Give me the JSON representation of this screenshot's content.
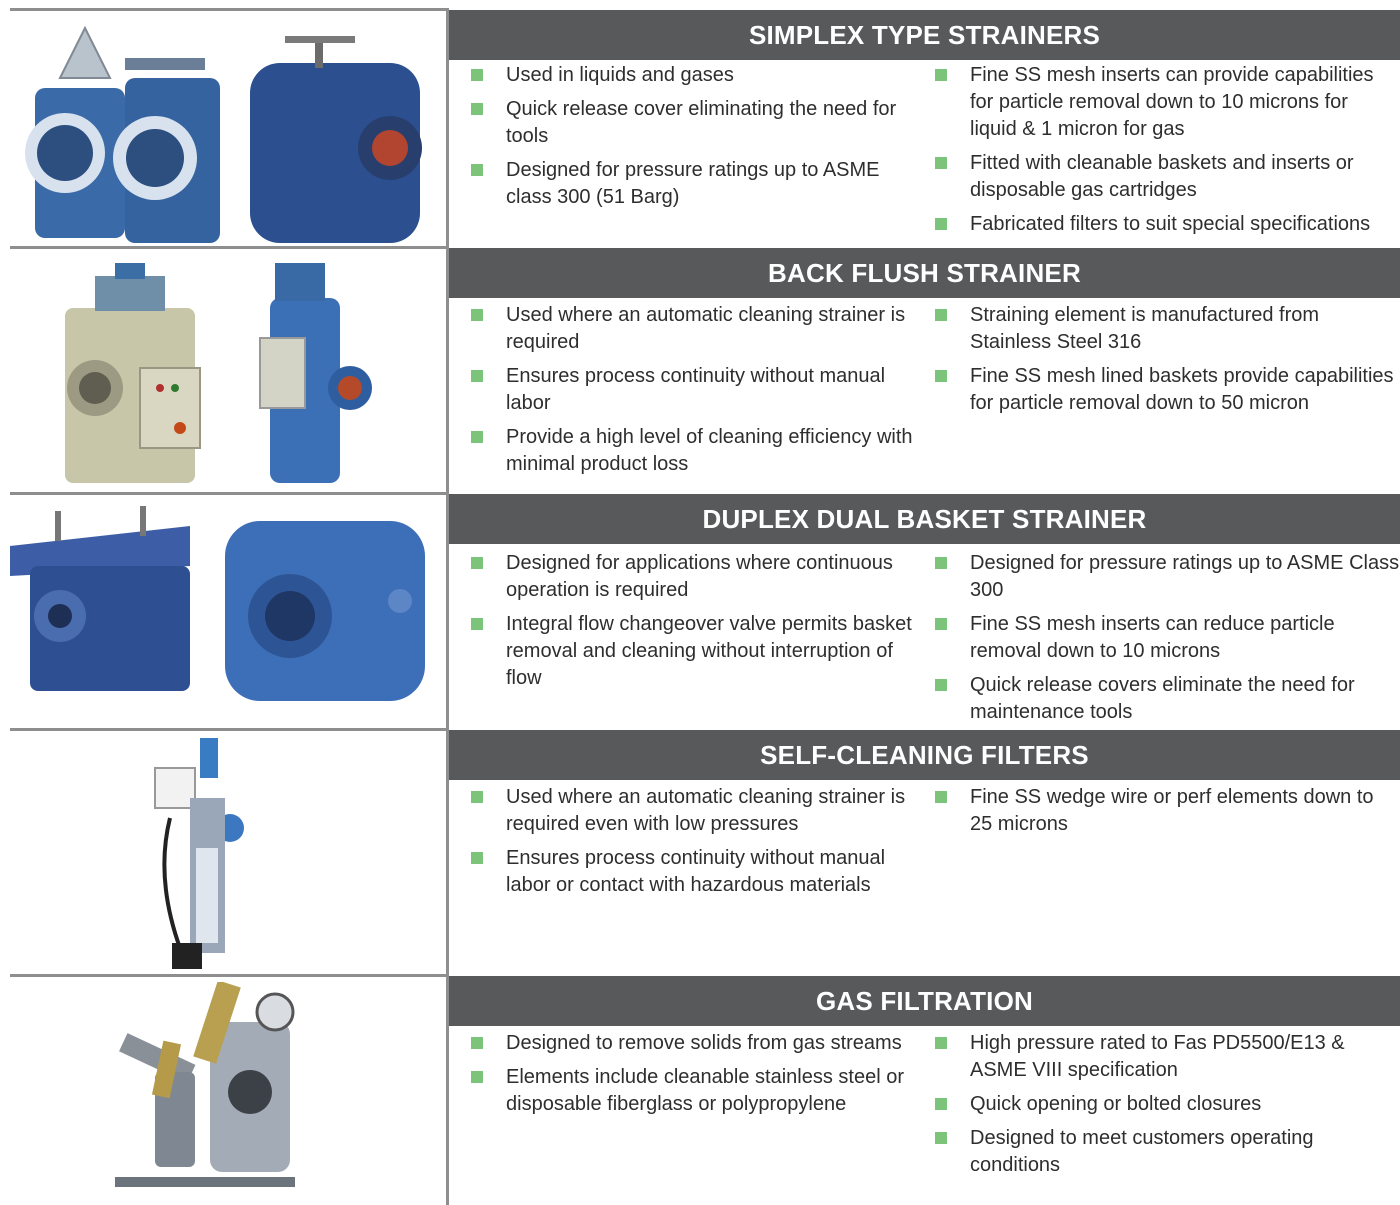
{
  "sections": [
    {
      "title": "SIMPLEX TYPE STRAINERS",
      "left": [
        "Used in liquids and gases",
        "Quick release cover eliminating the need for tools",
        "Designed for pressure ratings up to ASME class 300 (51 Barg)"
      ],
      "right": [
        "Fine SS mesh inserts can provide capabilities for particle removal down to 10 microns for liquid & 1 micron for gas",
        "Fitted with cleanable baskets and inserts or disposable gas cartridges",
        "Fabricated filters to suit special specifications"
      ]
    },
    {
      "title": "BACK FLUSH STRAINER",
      "left": [
        "Used where an automatic cleaning strainer is required",
        "Ensures process continuity without manual labor",
        "Provide a high level of cleaning efficiency with minimal product loss"
      ],
      "right": [
        "Straining element is manufactured from Stainless Steel 316",
        "Fine SS mesh lined baskets provide capabilities for particle removal down to 50 micron"
      ]
    },
    {
      "title": "DUPLEX DUAL BASKET STRAINER",
      "left": [
        "Designed for applications where continuous operation is required",
        "Integral flow changeover valve permits basket removal and cleaning without interruption of flow"
      ],
      "right": [
        "Designed for pressure ratings up to ASME Class 300",
        "Fine SS mesh inserts can reduce particle removal down to 10 microns",
        "Quick release covers eliminate the need for maintenance tools"
      ]
    },
    {
      "title": "SELF-CLEANING FILTERS",
      "left": [
        "Used where an automatic cleaning strainer is required even with low pressures",
        "Ensures process continuity without manual labor or contact with hazardous materials"
      ],
      "right": [
        "Fine SS wedge wire or perf elements down to 25 microns"
      ]
    },
    {
      "title": "GAS FILTRATION",
      "left": [
        "Designed to remove solids from gas streams",
        "Elements include cleanable stainless steel or disposable fiberglass or polypropylene"
      ],
      "right": [
        "High pressure rated to Fas PD5500/E13 & ASME VIII specification",
        "Quick opening or bolted closures",
        "Designed to meet customers operating conditions"
      ]
    }
  ],
  "colors": {
    "header_bg": "#58595b",
    "bullet": "#7cc47a",
    "divider": "#8e8e8e",
    "equipment_blue": "#2f5f9e",
    "equipment_beige": "#c8c6a8",
    "equipment_grey": "#8a9098"
  }
}
